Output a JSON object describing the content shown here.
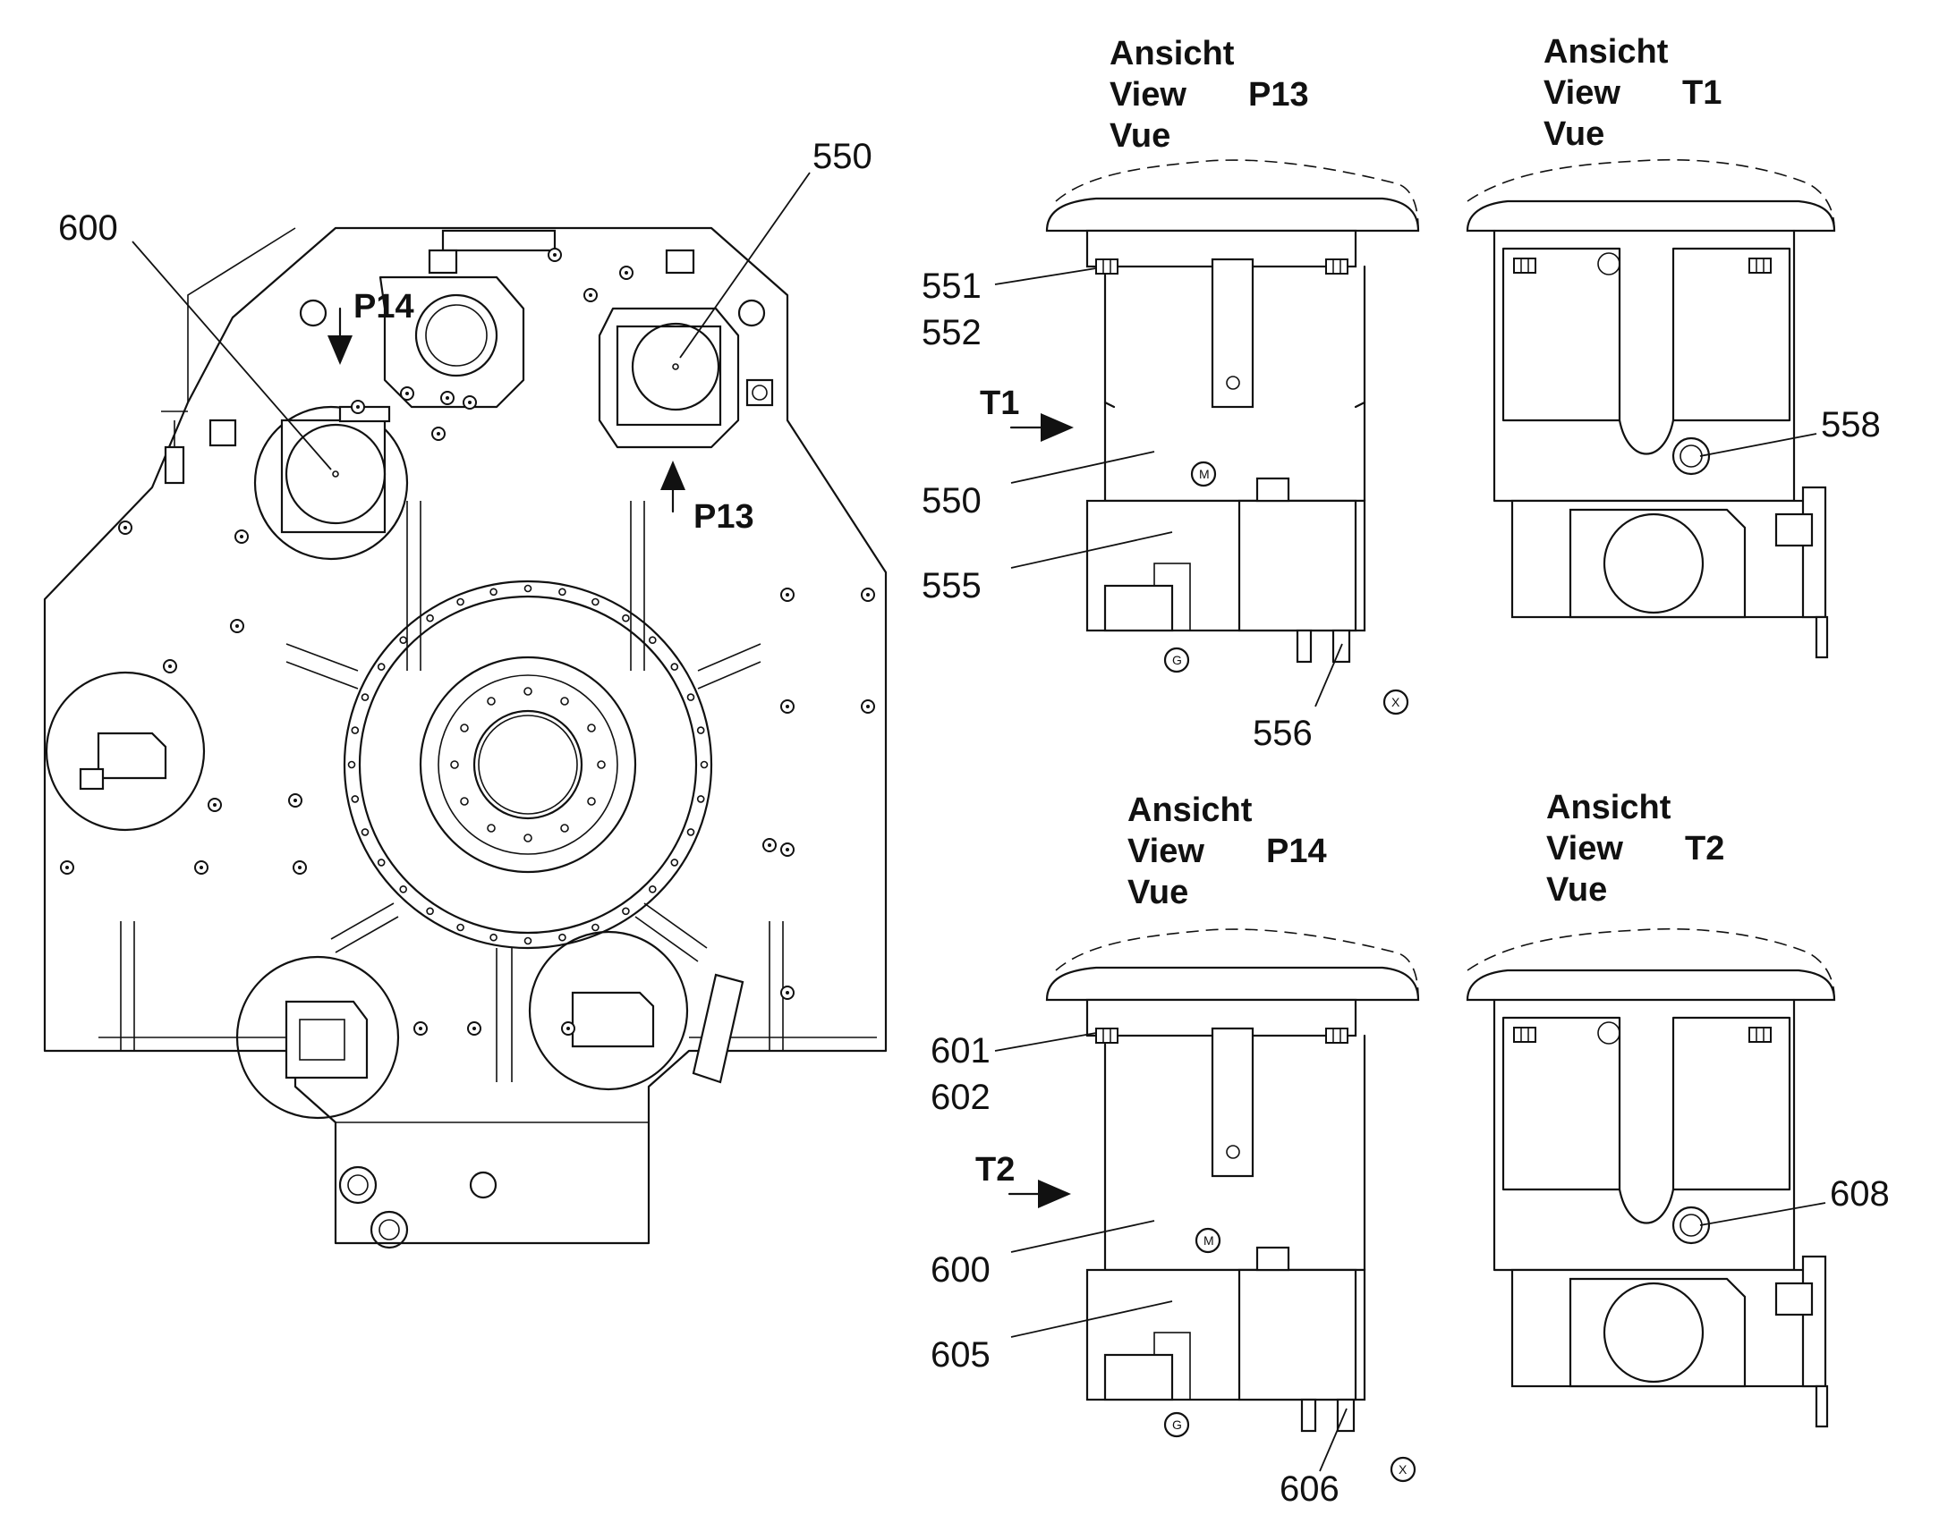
{
  "callouts": {
    "c600_left": "600",
    "c550_top": "550",
    "c551": "551",
    "c552": "552",
    "c550_mid": "550",
    "c555": "555",
    "c556": "556",
    "c558": "558",
    "c601": "601",
    "c602": "602",
    "c600_low": "600",
    "c605": "605",
    "c606": "606",
    "c608": "608"
  },
  "view_markers": {
    "p14": "P14",
    "p13": "P13",
    "t1": "T1",
    "t2": "T2"
  },
  "view_titles": {
    "p13": {
      "line1": "Ansicht",
      "line2": "View",
      "line3": "Vue",
      "id": "P13"
    },
    "t1": {
      "line1": "Ansicht",
      "line2": "View",
      "line3": "Vue",
      "id": "T1"
    },
    "p14": {
      "line1": "Ansicht",
      "line2": "View",
      "line3": "Vue",
      "id": "P14"
    },
    "t2": {
      "line1": "Ansicht",
      "line2": "View",
      "line3": "Vue",
      "id": "T2"
    }
  },
  "port_labels": {
    "m": "M",
    "g": "G",
    "x": "X"
  }
}
